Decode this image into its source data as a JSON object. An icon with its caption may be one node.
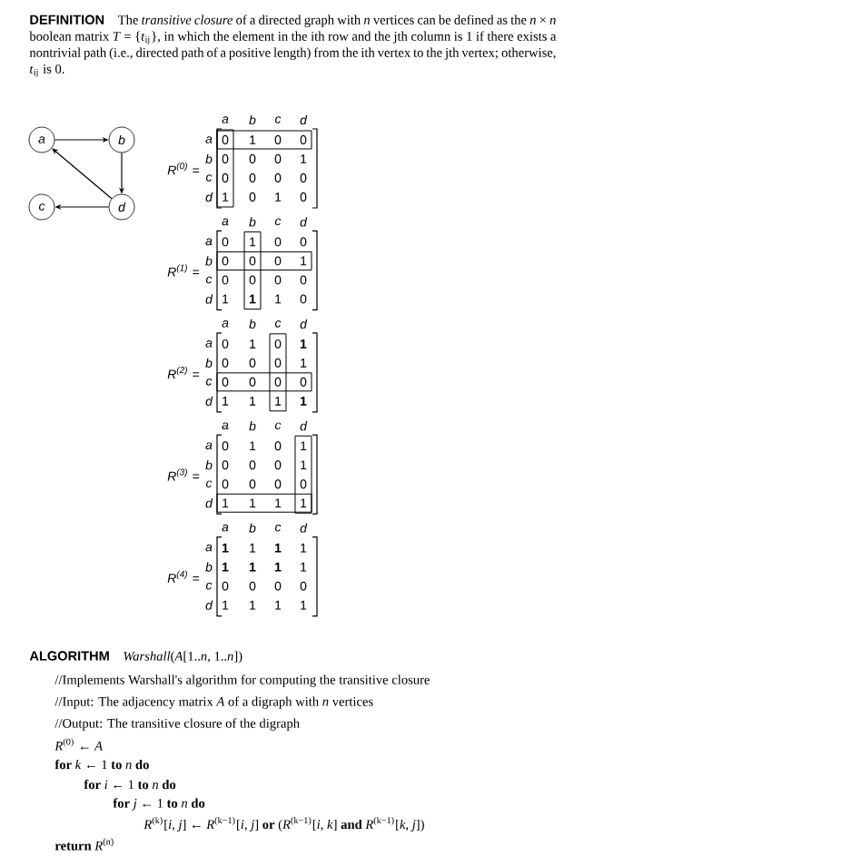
{
  "diagram": {
    "nodes": [
      {
        "text": [
          "a"
        ]
      },
      {
        "text": [
          "b"
        ]
      },
      {
        "text": [
          "c"
        ]
      },
      {
        "text": [
          "d"
        ]
      }
    ],
    "edges": [
      {
        "from": 0,
        "to": 1,
        "arrow": "to"
      },
      {
        "from": 1,
        "to": 3,
        "arrow": "to"
      },
      {
        "from": 3,
        "to": 0,
        "arrow": "to"
      },
      {
        "from": 3,
        "to": 2,
        "arrow": "to"
      }
    ],
    "labels": [
      "DEFINITION",
      "The *transitive closure* of a directed graph with *n* vertices can be defined as the *n* × *n* boolean matrix *T* = {*t*$_{ij}$}, in which the element in the ith row and the jth column is 1 if there exists a nontrivial path (i.e., directed path of a positive length) from the ith vertex to the jth vertex; otherwise, *t*$_{ij}$ is 0.",
      "R$^{(0)}$ =",
      "a",
      "b",
      "c",
      "d",
      "a",
      "0",
      "1",
      "0",
      "0",
      "b",
      "0",
      "0",
      "0",
      "1",
      "c",
      "0",
      "0",
      "0",
      "0",
      "d",
      "1",
      "0",
      "1",
      "0",
      "R$^{(1)}$ =",
      "a",
      "b",
      "c",
      "d",
      "a",
      "0",
      "1",
      "0",
      "0",
      "b",
      "0",
      "0",
      "0",
      "1",
      "c",
      "0",
      "0",
      "0",
      "0",
      "d",
      "1",
      "1",
      "1",
      "0",
      "R$^{(2)}$ =",
      "a",
      "b",
      "c",
      "d",
      "a",
      "0",
      "1",
      "0",
      "1",
      "b",
      "0",
      "0",
      "0",
      "1",
      "c",
      "0",
      "0",
      "0",
      "0",
      "d",
      "1",
      "1",
      "1",
      "1",
      "R$^{(3)}$ =",
      "a",
      "b",
      "c",
      "d",
      "a",
      "0",
      "1",
      "0",
      "1",
      "b",
      "0",
      "0",
      "0",
      "1",
      "c",
      "0",
      "0",
      "0",
      "0",
      "d",
      "1",
      "1",
      "1",
      "1",
      "R$^{(4)}$ =",
      "a",
      "b",
      "c",
      "d",
      "a",
      "1",
      "1",
      "1",
      "1",
      "b",
      "1",
      "1",
      "1",
      "1",
      "c",
      "0",
      "0",
      "0",
      "0",
      "d",
      "1",
      "1",
      "1",
      "1",
      "ALGORITHM",
      "*Warshall*(*A*[1..*n*, 1..*n*])",
      "//Implements Warshall's algorithm for computing the transitive closure",
      "//Input: The adjacency matrix *A* of a digraph with *n* vertices",
      "//Output: The transitive closure of the digraph",
      "*R*$^{(0)}$ ← *A*",
      "**for** *k* ← 1 **to** *n* **do**",
      "**for** *i* ← 1 **to** *n* **do**",
      "**for** *j* ← 1 **to** *n* **do**",
      "*R*$^{(k)}$[*i*, *j*] ← *R*$^{(k−1)}$[*i*, *j*] **or** (*R*$^{(k−1)}$[*i*, *k*] **and** *R*$^{(k−1)}$[*k*, *j*])",
      "**return** *R*$^{(n)}$"
    ]
  }
}
